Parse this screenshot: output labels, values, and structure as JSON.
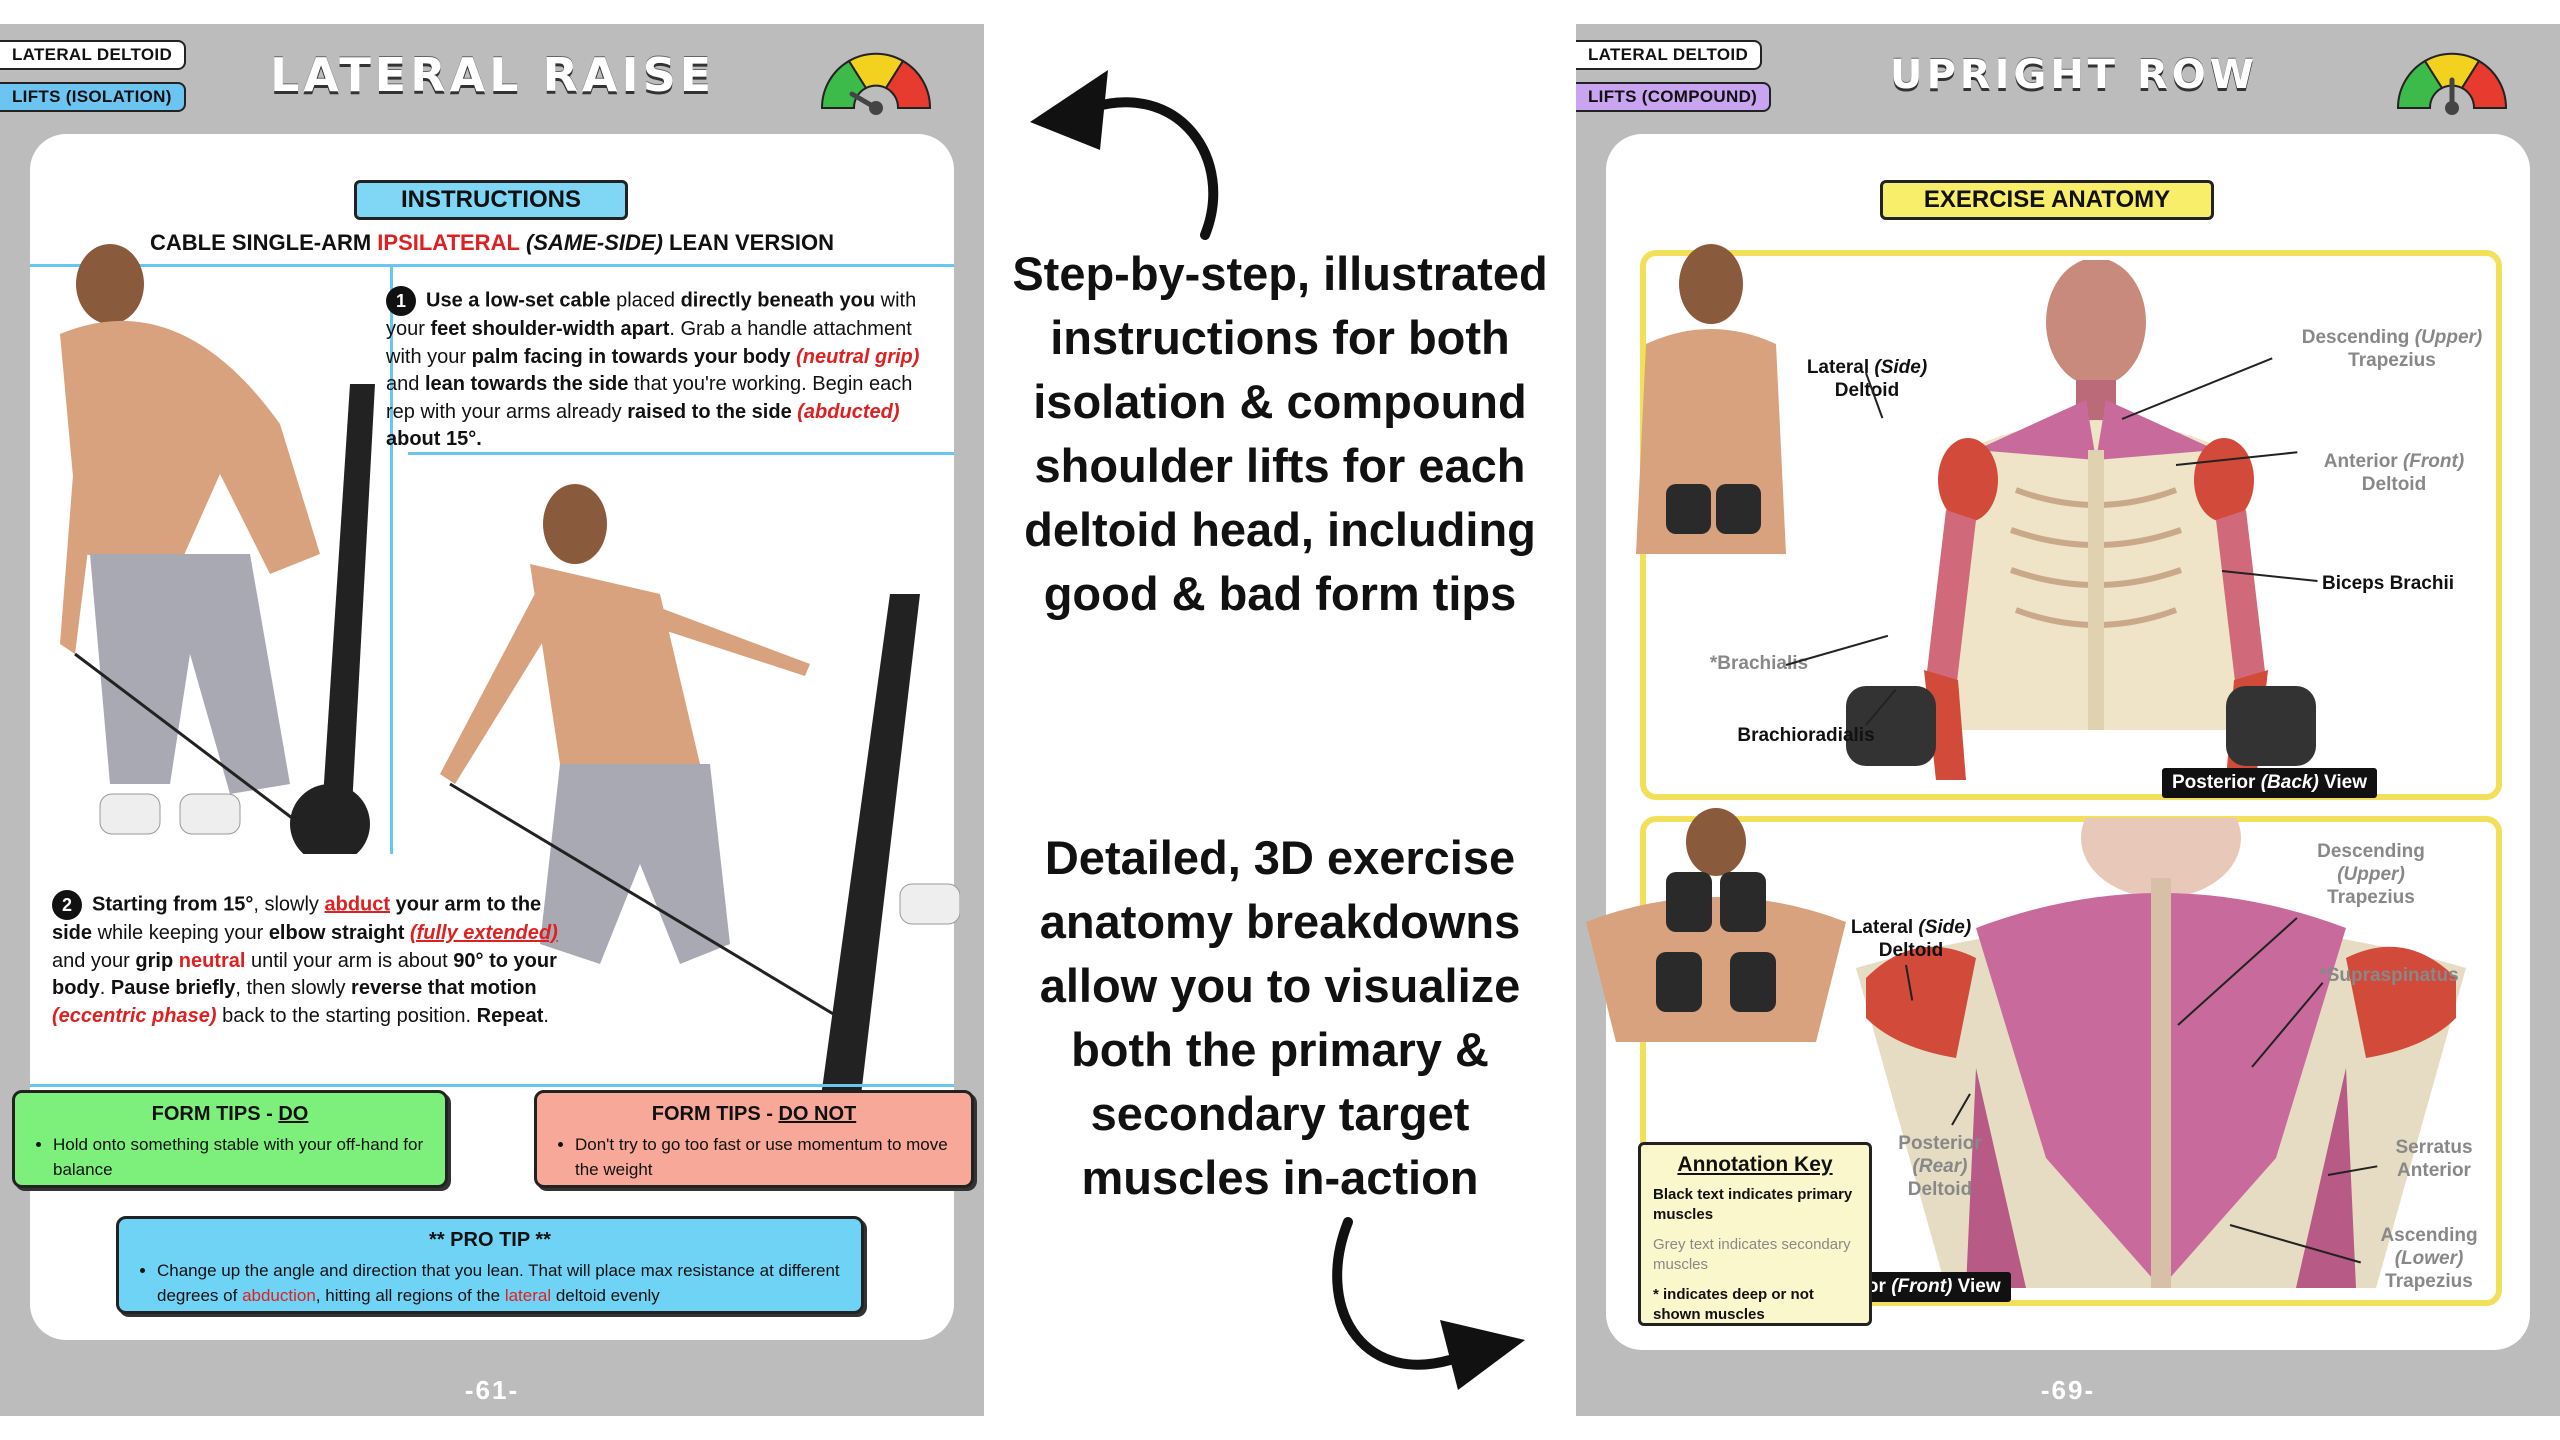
{
  "left_page": {
    "tag1": "LATERAL DELTOID",
    "tag2": "LIFTS (ISOLATION)",
    "title": "LATERAL RAISE",
    "page_number": "-61-",
    "instructions_banner": "INSTRUCTIONS",
    "subheading_pre": "CABLE SINGLE-ARM ",
    "subheading_red": "IPSILATERAL",
    "subheading_italic": " (SAME-SIDE)",
    "subheading_post": " LEAN VERSION",
    "step1_number": "1",
    "step2_number": "2",
    "step1": {
      "p1": "Use a low-set cable",
      "p2": " placed ",
      "p3": "directly beneath you",
      "p4": " with your ",
      "p5": "feet shoulder-width apart",
      "p6": ". Grab a handle attachment with your ",
      "p7": "palm facing in towards your body",
      "p8": " ",
      "p9": "(neutral grip)",
      "p10": " and ",
      "p11": "lean towards the side",
      "p12": " that you're working. Begin each rep with your arms already ",
      "p13": "raised to the side",
      "p14": " ",
      "p15": "(abducted)",
      "p16": " about 15°."
    },
    "step2": {
      "p1": "Starting from 15°",
      "p2": ", slowly ",
      "p3": "abduct",
      "p4": " your arm to the side",
      "p5": " while keeping your ",
      "p6": "elbow straight",
      "p7": " ",
      "p8": "(fully extended)",
      "p9": " and your ",
      "p10": "grip",
      "p11": " ",
      "p12": "neutral",
      "p13": " until your arm is about ",
      "p14": "90° to your body",
      "p15": ". ",
      "p16": "Pause briefly",
      "p17": ", then slowly ",
      "p18": "reverse that motion",
      "p19": " ",
      "p20": "(eccentric phase)",
      "p21": " back to the starting position. ",
      "p22": "Repeat",
      "p23": "."
    },
    "tips_do_title_pre": "FORM TIPS - ",
    "tips_do_title_u": "DO",
    "tips_do_item": "Hold onto something stable with your off-hand for balance",
    "tips_dont_title_pre": "FORM TIPS - ",
    "tips_dont_title_u": "DO NOT",
    "tips_dont_item": "Don't try to go too fast or use momentum to move the weight",
    "pro_tip_title": "** PRO TIP **",
    "pro_tip_pre": "Change up the angle and direction that you lean. That will place max resistance at different degrees of ",
    "pro_tip_red1": "abduction",
    "pro_tip_mid": ", hitting all regions of the ",
    "pro_tip_red2": "lateral",
    "pro_tip_post": " deltoid evenly"
  },
  "middle": {
    "text1": "Step-by-step, illustrated instructions for both isolation & compound shoulder lifts for each deltoid head, including good & bad form tips",
    "text2": "Detailed, 3D exercise anatomy breakdowns allow you to visualize both the primary & secondary target muscles in-action"
  },
  "right_page": {
    "tag1": "LATERAL DELTOID",
    "tag2": "LIFTS (COMPOUND)",
    "title": "UPRIGHT ROW",
    "page_number": "-69-",
    "anatomy_banner": "EXERCISE ANATOMY",
    "top_labels": {
      "lateral_a": "Lateral ",
      "lateral_b": "(Side)",
      "lateral_c": "Deltoid",
      "desc_a": "Descending ",
      "desc_b": "(Upper)",
      "desc_c": "Trapezius",
      "ant_a": "Anterior ",
      "ant_b": "(Front)",
      "ant_c": "Deltoid",
      "biceps": "Biceps Brachii",
      "brachialis": "*Brachialis",
      "brachioradialis": "Brachioradialis"
    },
    "top_view_a": "Posterior ",
    "top_view_b": "(Back)",
    "top_view_c": " View",
    "bottom_labels": {
      "lateral_a": "Lateral ",
      "lateral_b": "(Side)",
      "lateral_c": "Deltoid",
      "desc_a": "Descending",
      "desc_b": "(Upper)",
      "desc_c": "Trapezius",
      "supra": "*Supraspinatus",
      "post_a": "Posterior",
      "post_b": "(Rear)",
      "post_c": "Deltoid",
      "serr_a": "Serratus",
      "serr_b": "Anterior",
      "asc_a": "Ascending",
      "asc_b": "(Lower)",
      "asc_c": "Trapezius"
    },
    "bottom_view_a": "Anterior ",
    "bottom_view_b": "(Front)",
    "bottom_view_c": " View",
    "key_title": "Annotation Key",
    "key_black": "Black text indicates primary muscles",
    "key_grey": "Grey text indicates secondary muscles",
    "key_star": "* indicates deep or not shown muscles"
  },
  "colors": {
    "tag_blue": "#6cc5f0",
    "tag_purple": "#c9a4f0",
    "banner_blue": "#7fd6f5",
    "banner_yellow": "#f8ee6a",
    "do_green": "#7cf07a",
    "dont_red": "#f8a898",
    "pro_blue": "#6fd3f5",
    "text_red": "#e02020",
    "muscle": "#c96a9c",
    "frame_yellow": "#f2e05a"
  }
}
